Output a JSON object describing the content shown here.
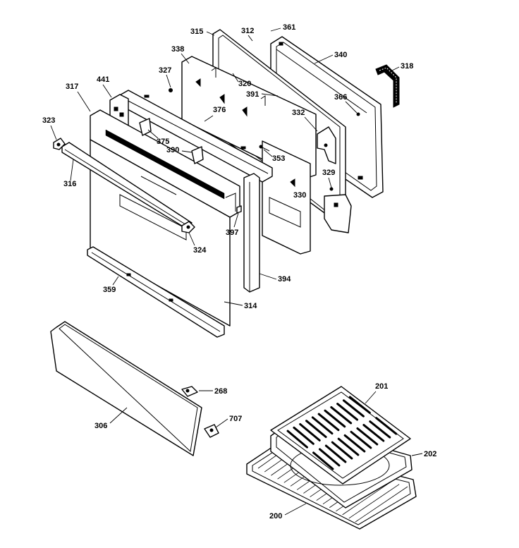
{
  "parts": {
    "p201": "201",
    "p202": "202",
    "p200": "200",
    "p268": "268",
    "p707": "707",
    "p306": "306",
    "p315": "315",
    "p312": "312",
    "p361": "361",
    "p340": "340",
    "p318": "318",
    "p338": "338",
    "p327": "327",
    "p320": "320",
    "p391": "391",
    "p366": "366",
    "p441": "441",
    "p317": "317",
    "p376": "376",
    "p332": "332",
    "p323": "323",
    "p375": "375",
    "p390": "390",
    "p353": "353",
    "p329": "329",
    "p316": "316",
    "p330": "330",
    "p397": "397",
    "p324": "324",
    "p359": "359",
    "p394": "394",
    "p314": "314"
  }
}
